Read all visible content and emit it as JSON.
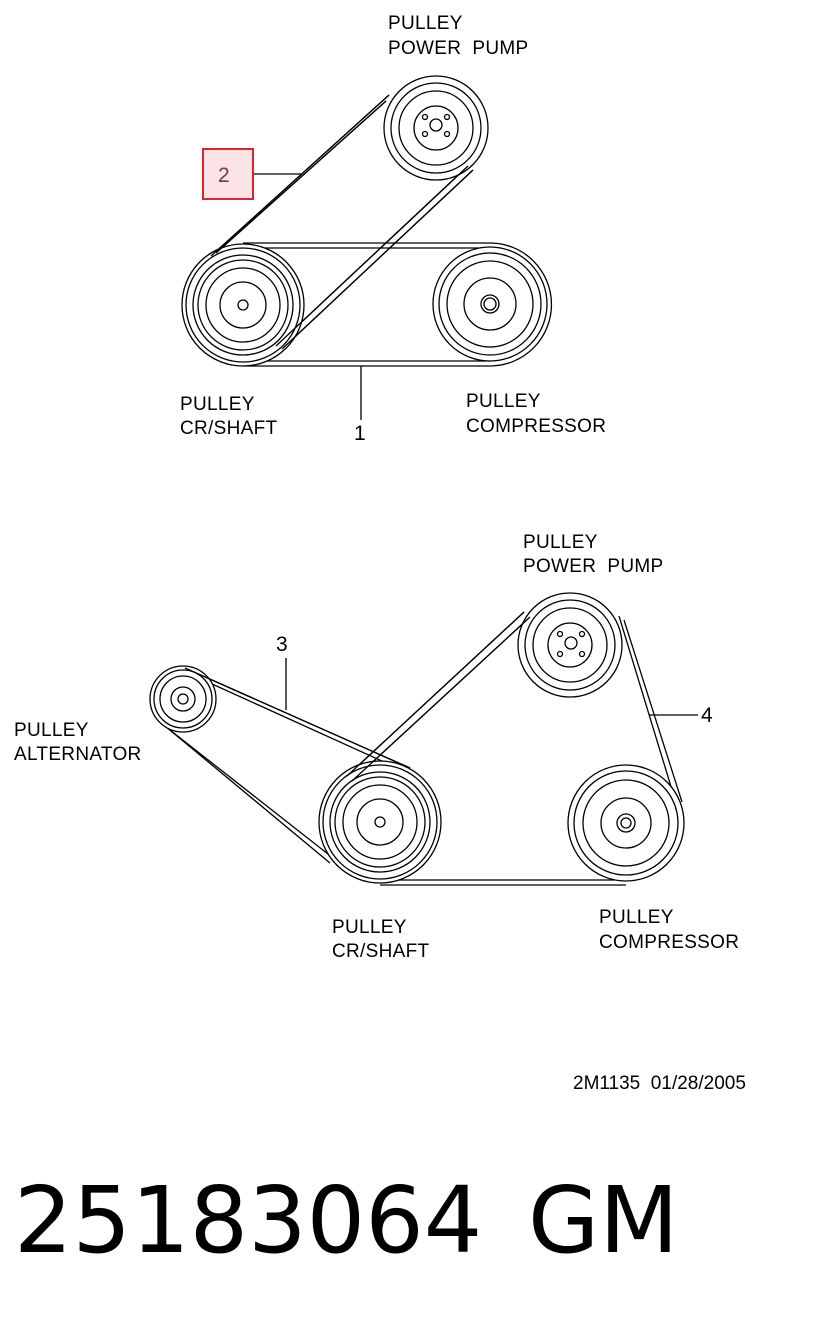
{
  "diagram_top": {
    "power_pump_label": [
      "PULLEY",
      "POWER  PUMP"
    ],
    "crankshaft_label": [
      "PULLEY",
      "CR/SHAFT"
    ],
    "compressor_label": [
      "PULLEY",
      "COMPRESSOR"
    ],
    "callout_1": "1",
    "callout_2": "2",
    "highlight_color": "#d9262c",
    "highlight_fill": "#fbe3e6"
  },
  "diagram_bottom": {
    "power_pump_label": [
      "PULLEY",
      "POWER  PUMP"
    ],
    "alternator_label": [
      "PULLEY",
      "ALTERNATOR"
    ],
    "crankshaft_label": [
      "PULLEY",
      "CR/SHAFT"
    ],
    "compressor_label": [
      "PULLEY",
      "COMPRESSOR"
    ],
    "callout_3": "3",
    "callout_4": "4"
  },
  "drawing_ref": "2M1135  01/28/2005",
  "part_number": "25183064",
  "brand": "GM"
}
